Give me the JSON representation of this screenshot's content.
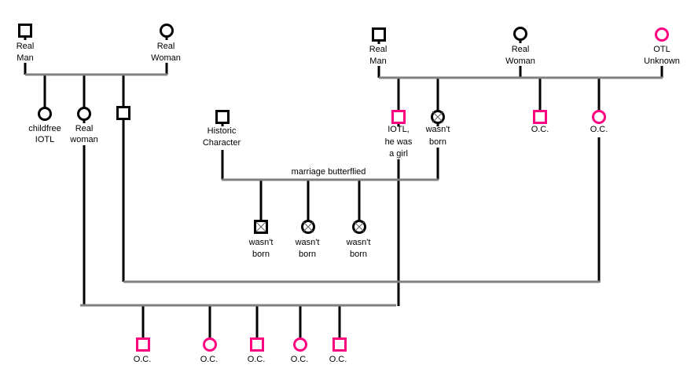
{
  "diagram": {
    "type": "family tree",
    "colors": {
      "black": "#000000",
      "pink": "#ff0080",
      "connector_gray": "#808080"
    },
    "nodes": {
      "a_father": {
        "shape": "square",
        "color": "black",
        "crossed": false,
        "label": [
          "Real",
          "Man"
        ]
      },
      "a_mother": {
        "shape": "circle",
        "color": "black",
        "crossed": false,
        "label": [
          "Real",
          "Woman"
        ]
      },
      "a_child1": {
        "shape": "circle",
        "color": "black",
        "crossed": false,
        "label": [
          "childfree",
          "IOTL"
        ]
      },
      "a_child2": {
        "shape": "circle",
        "color": "black",
        "crossed": false,
        "label": [
          "Real",
          "woman"
        ]
      },
      "a_child3": {
        "shape": "square",
        "color": "black",
        "crossed": false,
        "label": []
      },
      "b_father": {
        "shape": "square",
        "color": "black",
        "crossed": false,
        "label": [
          "Real",
          "Man"
        ]
      },
      "b_mother": {
        "shape": "circle",
        "color": "black",
        "crossed": false,
        "label": [
          "Real",
          "Woman"
        ]
      },
      "b_partner": {
        "shape": "circle",
        "color": "pink",
        "crossed": false,
        "label": [
          "OTL",
          "Unknown"
        ]
      },
      "b_child1": {
        "shape": "square",
        "color": "pink",
        "crossed": false,
        "label": [
          "IOTL,",
          "he was",
          "a girl"
        ]
      },
      "b_child2": {
        "shape": "circle",
        "color": "black",
        "crossed": true,
        "label": [
          "wasn't",
          "born"
        ]
      },
      "b_child3": {
        "shape": "square",
        "color": "pink",
        "crossed": false,
        "label": [
          "O.C."
        ]
      },
      "b_child4": {
        "shape": "circle",
        "color": "pink",
        "crossed": false,
        "label": [
          "O.C."
        ]
      },
      "c_historic": {
        "shape": "square",
        "color": "black",
        "crossed": false,
        "label": [
          "Historic",
          "Character"
        ]
      },
      "c_child1": {
        "shape": "square",
        "color": "black",
        "crossed": true,
        "label": [
          "wasn't",
          "born"
        ]
      },
      "c_child2": {
        "shape": "circle",
        "color": "black",
        "crossed": true,
        "label": [
          "wasn't",
          "born"
        ]
      },
      "c_child3": {
        "shape": "circle",
        "color": "black",
        "crossed": true,
        "label": [
          "wasn't",
          "born"
        ]
      },
      "d_child1": {
        "shape": "square",
        "color": "pink",
        "crossed": false,
        "label": [
          "O.C."
        ]
      },
      "d_child2": {
        "shape": "circle",
        "color": "pink",
        "crossed": false,
        "label": [
          "O.C."
        ]
      },
      "d_child3": {
        "shape": "square",
        "color": "pink",
        "crossed": false,
        "label": [
          "O.C."
        ]
      },
      "d_child4": {
        "shape": "circle",
        "color": "pink",
        "crossed": false,
        "label": [
          "O.C."
        ]
      },
      "d_child5": {
        "shape": "square",
        "color": "pink",
        "crossed": false,
        "label": [
          "O.C."
        ]
      }
    },
    "unions": {
      "a": {
        "partners": [
          "a_father",
          "a_mother"
        ],
        "children": [
          "a_child1",
          "a_child2",
          "a_child3"
        ],
        "label": ""
      },
      "b": {
        "partners": [
          "b_father",
          "b_mother",
          "b_partner"
        ],
        "children": [
          "b_child1",
          "b_child2",
          "b_child3",
          "b_child4"
        ],
        "label": ""
      },
      "c": {
        "partners": [
          "c_historic",
          "b_child2"
        ],
        "children": [
          "c_child1",
          "c_child2",
          "c_child3"
        ],
        "label": "marriage butterflied"
      },
      "d": {
        "partners": [
          "a_child2",
          "b_child1"
        ],
        "children": [
          "d_child1",
          "d_child2",
          "d_child3",
          "d_child4",
          "d_child5"
        ],
        "label": ""
      },
      "e": {
        "partners": [
          "a_child3",
          "b_child4"
        ],
        "children": [],
        "label": ""
      }
    }
  }
}
